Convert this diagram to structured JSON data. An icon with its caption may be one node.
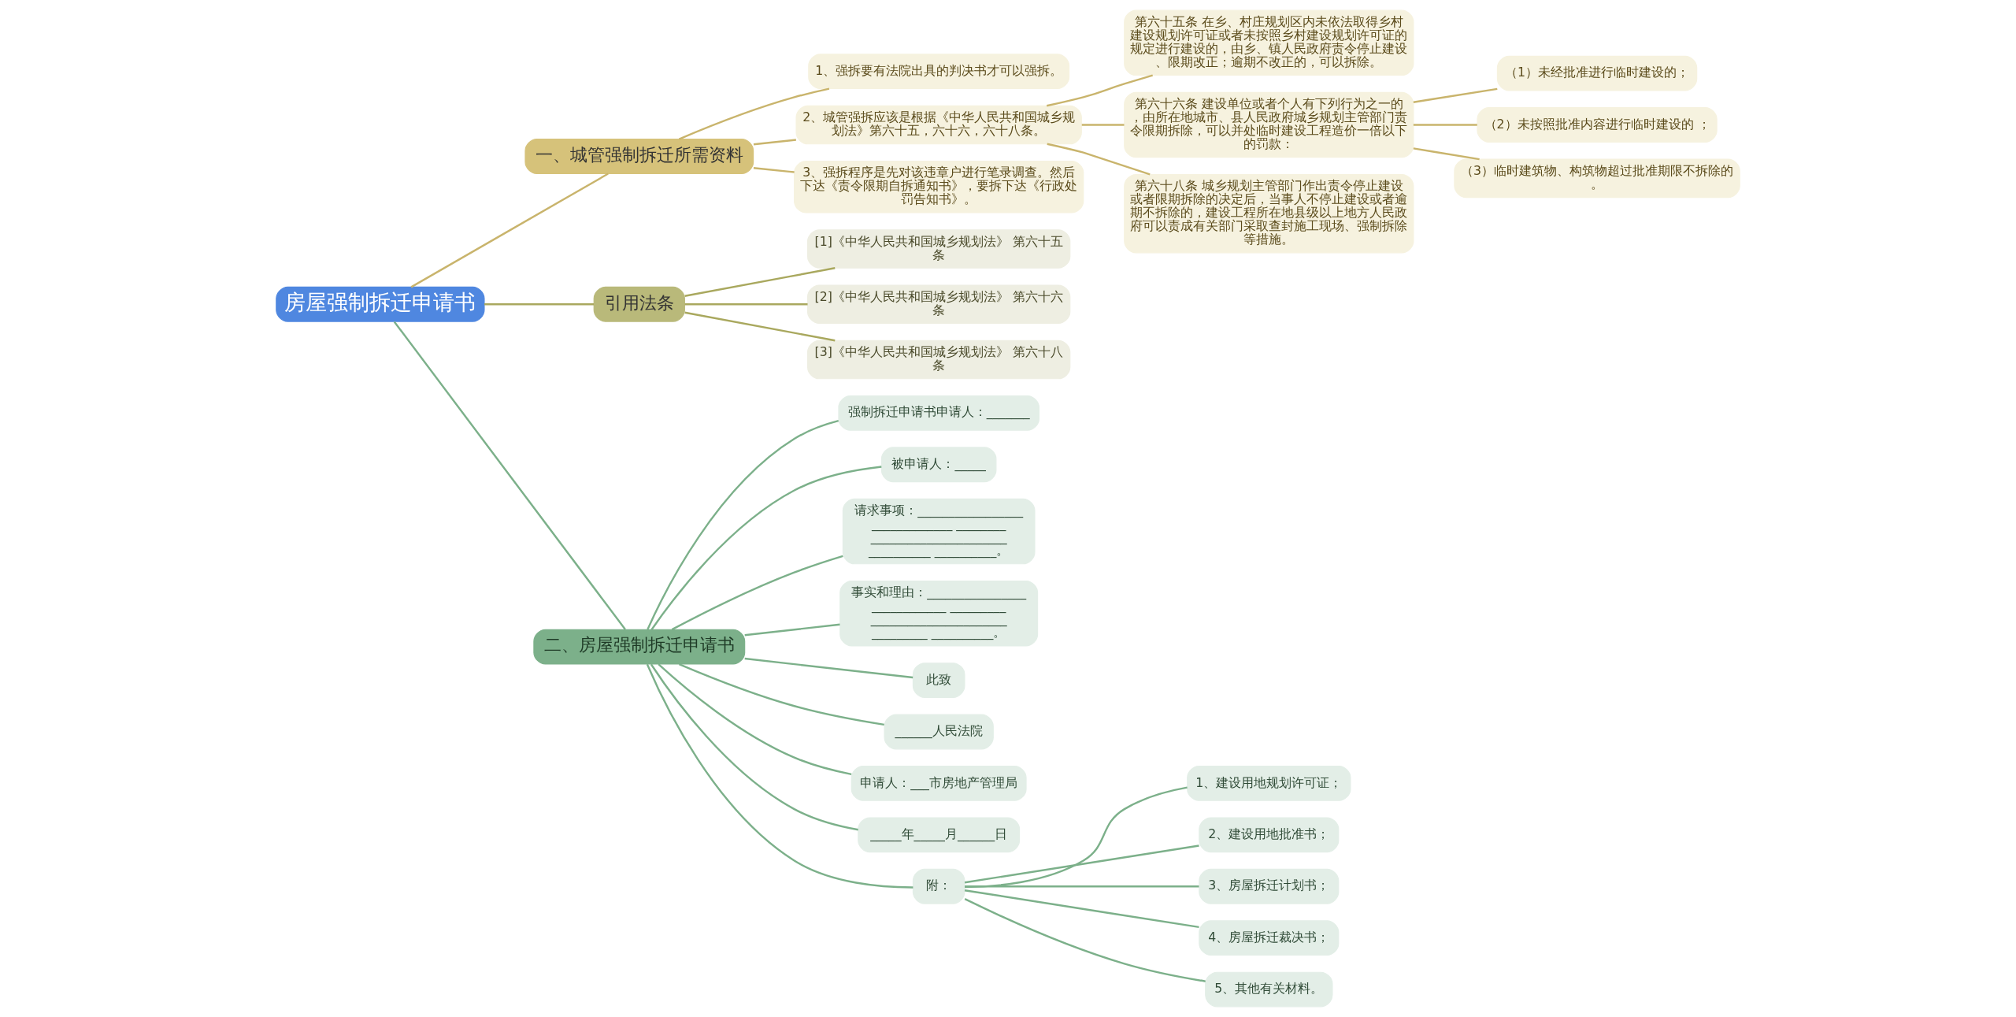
{
  "diagram": {
    "nodes": [
      {
        "text": [
          "房屋强制拆迁申请书"
        ]
      },
      {
        "text": [
          "一、城管强制拆迁所需资料"
        ]
      },
      {
        "text": [
          "1、强拆要有法院出具的判决书才可以强拆。"
        ]
      },
      {
        "text": [
          "2、城管强拆应该是根据《中华人民共和国城乡规划法》第六十五，六十六，六十八条。"
        ]
      },
      {
        "text": [
          "第六十五条 在乡、村庄规划区内未依法取得乡村建设规划许可证或者未按照乡村建设规划许可证的规定进行建设的，由乡、镇人民政府责令停止建设、限期改正；逾期不改正的，可以拆除。"
        ]
      },
      {
        "text": [
          "第六十六条 建设单位或者个人有下列行为之一的，由所在地城市、县人民政府城乡规划主管部门责令限期拆除，可以并处临时建设工程造价一倍以下的罚款："
        ]
      },
      {
        "text": [
          "（1）未经批准进行临时建设的；"
        ]
      },
      {
        "text": [
          "（2）未按照批准内容进行临时建设的 ；"
        ]
      },
      {
        "text": [
          "（3）临时建筑物、构筑物超过批准期限不拆除的。"
        ]
      },
      {
        "text": [
          "第六十八条 城乡规划主管部门作出责令停止建设或者限期拆除的决定后，当事人不停止建设或者逾期不拆除的，建设工程所在地县级以上地方人民政府可以责成有关部门采取查封施工现场、强制拆除等措施。"
        ]
      },
      {
        "text": [
          "3、强拆程序是先对该违章户进行笔录调查。然后下达《责令限期自拆通知书》，要拆下达《行政处罚告知书》。"
        ]
      },
      {
        "text": [
          "引用法条"
        ]
      },
      {
        "text": [
          "[1]《中华人民共和国城乡规划法》 第六十五条"
        ]
      },
      {
        "text": [
          "[2]《中华人民共和国城乡规划法》 第六十六条"
        ]
      },
      {
        "text": [
          "[3]《中华人民共和国城乡规划法》 第六十八条"
        ]
      },
      {
        "text": [
          "二、房屋强制拆迁申请书"
        ]
      },
      {
        "text": [
          "强制拆迁申请书申请人：_______"
        ]
      },
      {
        "text": [
          "被申请人：_____"
        ]
      },
      {
        "text": [
          "请求事项：______________________________ ________________________________________ __________。"
        ]
      },
      {
        "text": [
          "事实和理由：____________________________ ________________________________________ __________。"
        ]
      },
      {
        "text": [
          "此致"
        ]
      },
      {
        "text": [
          "______人民法院"
        ]
      },
      {
        "text": [
          "申请人：___市房地产管理局"
        ]
      },
      {
        "text": [
          "_____年_____月______日"
        ]
      },
      {
        "text": [
          "附："
        ]
      },
      {
        "text": [
          "1、建设用地规划许可证；"
        ]
      },
      {
        "text": [
          "2、建设用地批准书；"
        ]
      },
      {
        "text": [
          "3、房屋拆迁计划书；"
        ]
      },
      {
        "text": [
          "4、房屋拆迁裁决书；"
        ]
      },
      {
        "text": [
          "5、其他有关材料。"
        ]
      }
    ],
    "edges": [
      {
        "from": 0,
        "to": 1,
        "arrow": "none",
        "color": "#c9b46c"
      },
      {
        "from": 1,
        "to": 2,
        "arrow": "none",
        "color": "#c9b46c"
      },
      {
        "from": 1,
        "to": 3,
        "arrow": "none",
        "color": "#c9b46c"
      },
      {
        "from": 3,
        "to": 4,
        "arrow": "none",
        "color": "#c9b46c"
      },
      {
        "from": 3,
        "to": 5,
        "arrow": "none",
        "color": "#c9b46c"
      },
      {
        "from": 5,
        "to": 6,
        "arrow": "none",
        "color": "#c9b46c"
      },
      {
        "from": 5,
        "to": 7,
        "arrow": "none",
        "color": "#c9b46c"
      },
      {
        "from": 5,
        "to": 8,
        "arrow": "none",
        "color": "#c9b46c"
      },
      {
        "from": 3,
        "to": 9,
        "arrow": "none",
        "color": "#c9b46c"
      },
      {
        "from": 1,
        "to": 10,
        "arrow": "none",
        "color": "#c9b46c"
      },
      {
        "from": 0,
        "to": 11,
        "arrow": "none",
        "color": "#a9a85e"
      },
      {
        "from": 11,
        "to": 12,
        "arrow": "none",
        "color": "#a9a85e"
      },
      {
        "from": 11,
        "to": 13,
        "arrow": "none",
        "color": "#a9a85e"
      },
      {
        "from": 11,
        "to": 14,
        "arrow": "none",
        "color": "#a9a85e"
      },
      {
        "from": 0,
        "to": 15,
        "arrow": "none"
      },
      {
        "from": 15,
        "to": 16,
        "arrow": "none"
      },
      {
        "from": 15,
        "to": 17,
        "arrow": "none"
      },
      {
        "from": 15,
        "to": 18,
        "arrow": "none"
      },
      {
        "from": 15,
        "to": 19,
        "arrow": "none"
      },
      {
        "from": 15,
        "to": 20,
        "arrow": "none"
      },
      {
        "from": 15,
        "to": 21,
        "arrow": "none"
      },
      {
        "from": 15,
        "to": 22,
        "arrow": "none"
      },
      {
        "from": 15,
        "to": 23,
        "arrow": "none"
      },
      {
        "from": 15,
        "to": 24,
        "arrow": "none"
      },
      {
        "from": 24,
        "to": 25,
        "arrow": "none"
      },
      {
        "from": 24,
        "to": 26,
        "arrow": "none"
      },
      {
        "from": 24,
        "to": 27,
        "arrow": "none"
      },
      {
        "from": 24,
        "to": 28,
        "arrow": "none"
      },
      {
        "from": 24,
        "to": 29,
        "arrow": "none"
      }
    ]
  }
}
